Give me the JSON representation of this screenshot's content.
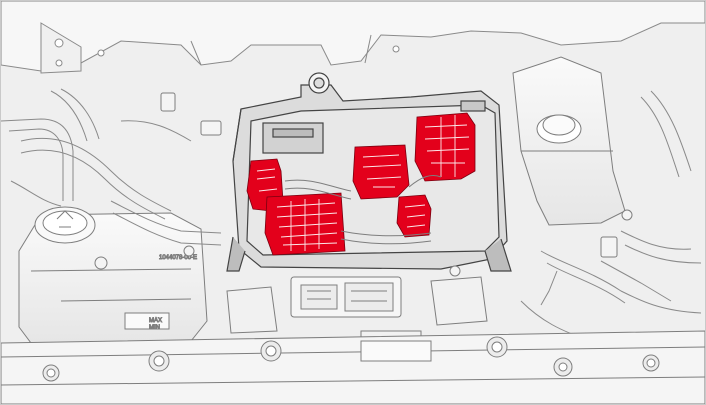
{
  "illustration": {
    "type": "line-drawing",
    "subject": "engine-bay-fuse-box",
    "highlight_color": "#e3001b",
    "labels": {
      "reservoir_max": "MAX",
      "reservoir_min": "MIN",
      "part_number": "1044078-00-E"
    }
  }
}
